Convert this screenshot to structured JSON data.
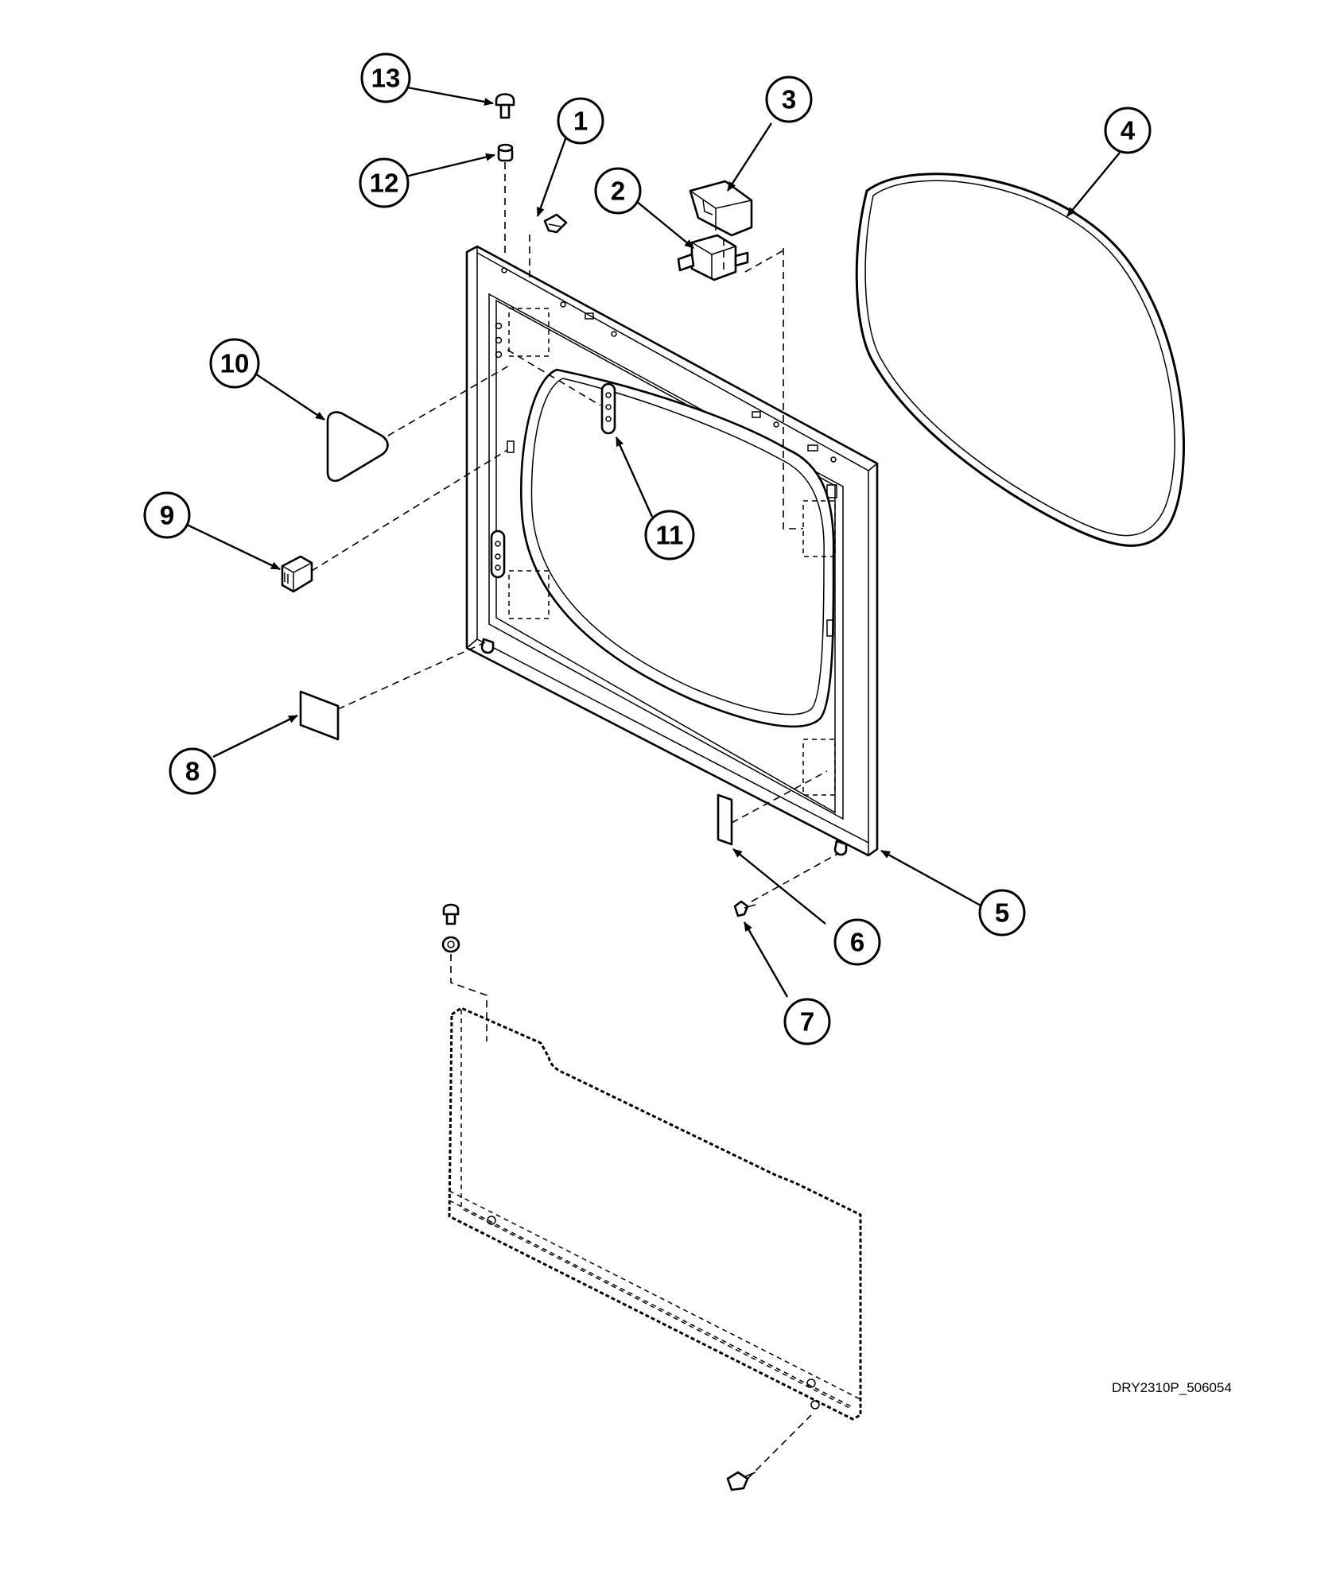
{
  "drawing_code": "DRY2310P_506054",
  "callouts": [
    {
      "label": "1"
    },
    {
      "label": "2"
    },
    {
      "label": "3"
    },
    {
      "label": "4"
    },
    {
      "label": "5"
    },
    {
      "label": "6"
    },
    {
      "label": "7"
    },
    {
      "label": "8"
    },
    {
      "label": "9"
    },
    {
      "label": "10"
    },
    {
      "label": "11"
    },
    {
      "label": "12"
    },
    {
      "label": "13"
    }
  ]
}
